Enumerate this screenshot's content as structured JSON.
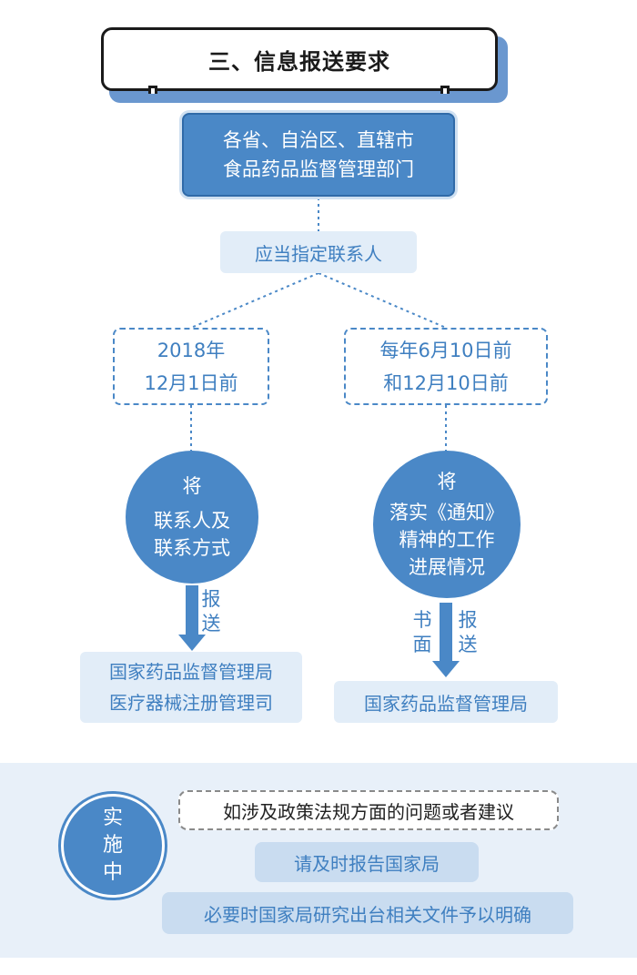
{
  "title": "三、信息报送要求",
  "top_box": {
    "line1": "各省、自治区、直辖市",
    "line2": "食品药品监督管理部门"
  },
  "contact": "应当指定联系人",
  "left_branch": {
    "deadline_line1": "2018年",
    "deadline_line2": "12月1日前",
    "circle_line1": "将",
    "circle_line2": "联系人及",
    "circle_line3": "联系方式",
    "arrow_label": [
      "报",
      "送"
    ],
    "dest_line1": "国家药品监督管理局",
    "dest_line2": "医疗器械注册管理司"
  },
  "right_branch": {
    "deadline_line1": "每年6月10日前",
    "deadline_line2": "和12月10日前",
    "circle_line1": "将",
    "circle_line2": "落实《通知》",
    "circle_line3": "精神的工作",
    "circle_line4": "进展情况",
    "arrow_label_left": [
      "书",
      "面"
    ],
    "arrow_label_right": [
      "报",
      "送"
    ],
    "dest": "国家药品监督管理局"
  },
  "bottom": {
    "circle": [
      "实",
      "施",
      "中"
    ],
    "note1": "如涉及政策法规方面的问题或者建议",
    "note2": "请及时报告国家局",
    "note3": "必要时国家局研究出台相关文件予以明确"
  },
  "colors": {
    "primary": "#4a88c7",
    "pale": "#e2edf8",
    "text_blue": "#3f7fc0",
    "panel": "#e8f0f9"
  }
}
